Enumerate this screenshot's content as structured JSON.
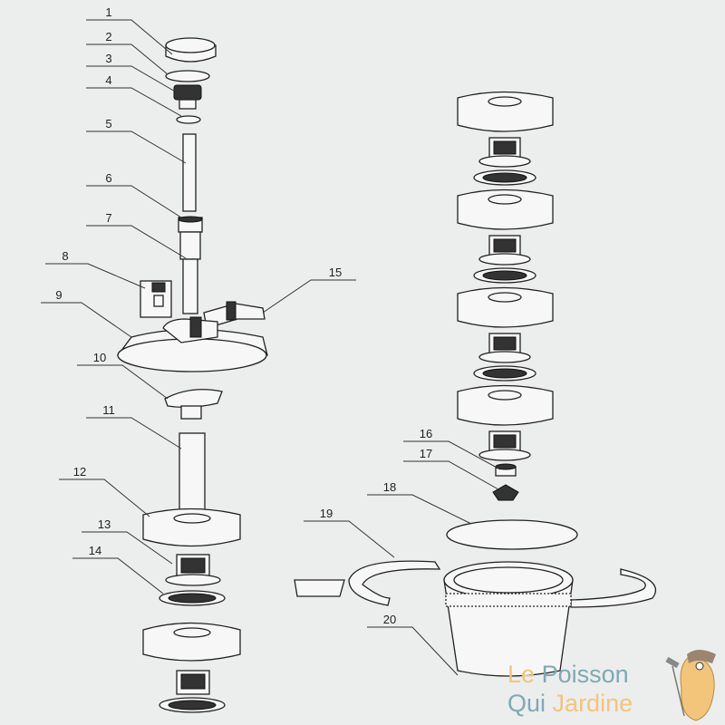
{
  "callouts": [
    "1",
    "2",
    "3",
    "4",
    "5",
    "6",
    "7",
    "8",
    "9",
    "10",
    "11",
    "12",
    "13",
    "14",
    "15",
    "16",
    "17",
    "18",
    "19",
    "20"
  ],
  "logo": {
    "word1": "Le",
    "word2": "Poisson",
    "word3": "Qui",
    "word4": "Jardine",
    "colors": {
      "orange": "#f2c57a",
      "blue": "#7fa9b3"
    }
  }
}
